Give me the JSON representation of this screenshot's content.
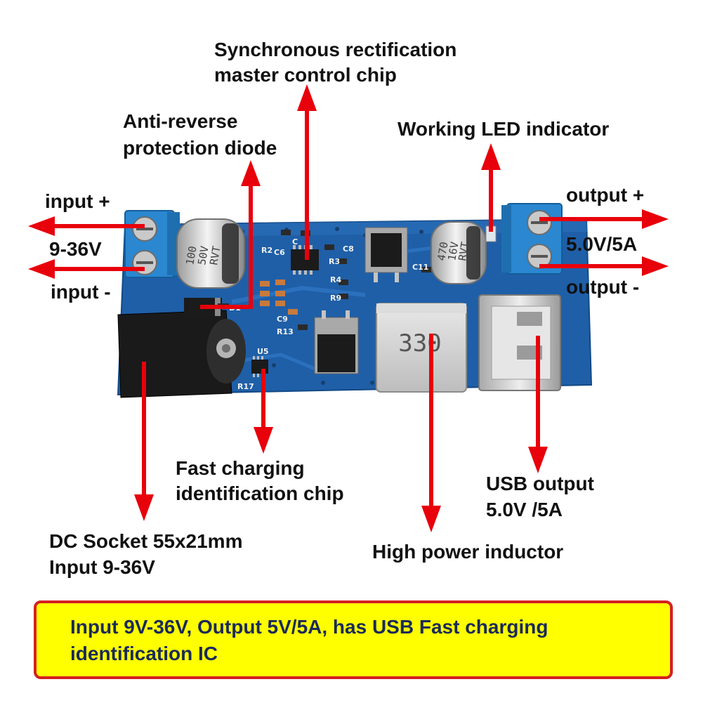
{
  "labels": {
    "sync_chip": [
      "Synchronous rectification",
      "master control chip"
    ],
    "anti_reverse": [
      "Anti-reverse",
      "protection diode"
    ],
    "led": "Working LED indicator",
    "input_plus": "input +",
    "input_voltage": "9-36V",
    "input_minus": "input -",
    "output_plus": "output +",
    "output_rating": "5.0V/5A",
    "output_minus": "output -",
    "fast_chip": [
      "Fast charging",
      "identification chip"
    ],
    "usb_output": [
      "USB output",
      "5.0V /5A"
    ],
    "dc_socket": [
      "DC Socket 55x21mm",
      "Input 9-36V"
    ],
    "inductor": "High power inductor"
  },
  "board": {
    "cap_left": [
      "100",
      "50V",
      "RVT"
    ],
    "cap_right": [
      "470",
      "16V",
      "RVT"
    ],
    "inductor_marking": "330",
    "silkscreen": {
      "r2": "R2",
      "c6": "C6",
      "c8": "C8",
      "r3": "R3",
      "r4": "R4",
      "r9": "R9",
      "c11": "C11",
      "c9": "C9",
      "r13": "R13",
      "u5": "U5",
      "r17": "R17",
      "d1": "D1",
      "c": "C"
    }
  },
  "summary": [
    "Input 9V-36V, Output 5V/5A, has USB Fast charging",
    "identification IC"
  ],
  "colors": {
    "arrow": "#e8000b",
    "pcb": "#1f5fa8",
    "terminal": "#2a87d0",
    "summary_bg": "#ffff00",
    "summary_border": "#d42020"
  }
}
